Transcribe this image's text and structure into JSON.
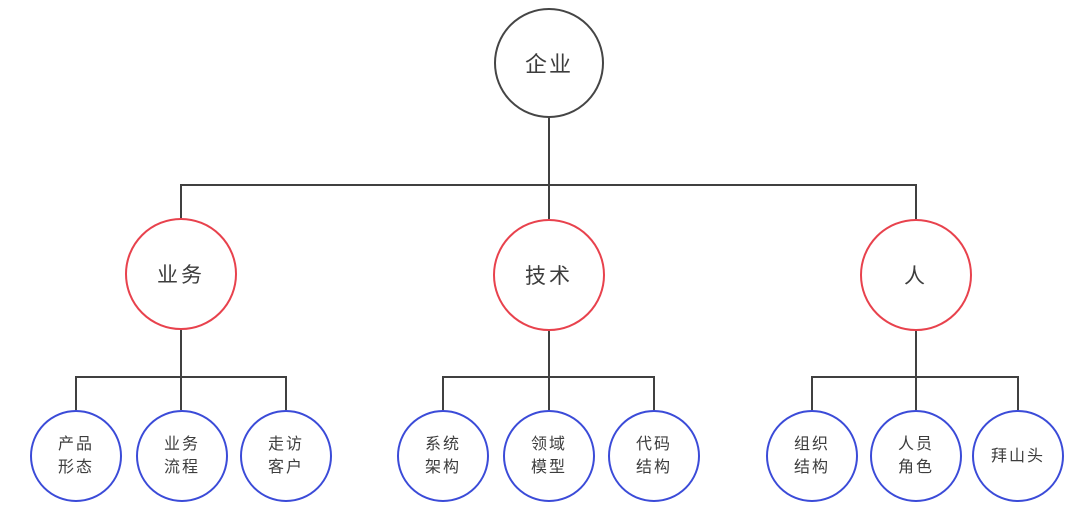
{
  "tree": {
    "root": {
      "label": "企业"
    },
    "branches": [
      {
        "label": "业务",
        "children": [
          {
            "label": "产品\n形态"
          },
          {
            "label": "业务\n流程"
          },
          {
            "label": "走访\n客户"
          }
        ]
      },
      {
        "label": "技术",
        "children": [
          {
            "label": "系统\n架构"
          },
          {
            "label": "领域\n模型"
          },
          {
            "label": "代码\n结构"
          }
        ]
      },
      {
        "label": "人",
        "children": [
          {
            "label": "组织\n结构"
          },
          {
            "label": "人员\n角色"
          },
          {
            "label": "拜山头"
          }
        ]
      }
    ],
    "colors": {
      "root_border": "#454545",
      "branch_border": "#e8424d",
      "leaf_border": "#3b4bd8",
      "connector": "#404040",
      "text": "#3d3d3d",
      "background": "#ffffff"
    }
  }
}
